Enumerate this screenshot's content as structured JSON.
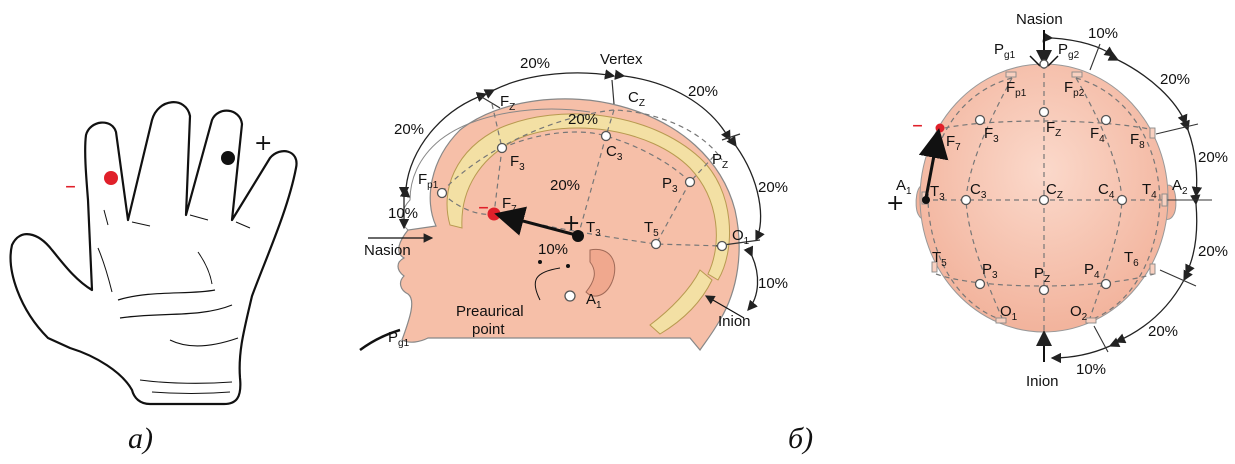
{
  "hand": {
    "minus": "–",
    "plus": "+",
    "caption_letter": "а",
    "caption_paren": ")",
    "colors": {
      "negative": "#e0202a",
      "positive": "#111111"
    }
  },
  "side_view": {
    "vertex": "Vertex",
    "nasion": "Nasion",
    "inion": "Inion",
    "preauricular_1": "Preaurical",
    "preauricular_2": "point",
    "percents": {
      "p_top_left": "20%",
      "p_top_right": "20%",
      "p_left_upper": "20%",
      "p_left_lower": "10%",
      "p_right_mid": "20%",
      "p_right_low": "10%",
      "p_inner_top": "20%",
      "p_inner_mid": "20%",
      "p_ear": "10%"
    },
    "electrodes": {
      "fz": {
        "main": "F",
        "sub": "Z"
      },
      "cz": {
        "main": "C",
        "sub": "Z"
      },
      "pz": {
        "main": "P",
        "sub": "Z"
      },
      "fp1": {
        "main": "F",
        "sub": "p1"
      },
      "f3": {
        "main": "F",
        "sub": "3"
      },
      "c3": {
        "main": "C",
        "sub": "3"
      },
      "p3": {
        "main": "P",
        "sub": "3"
      },
      "f7": {
        "main": "F",
        "sub": "7"
      },
      "t3": {
        "main": "T",
        "sub": "3"
      },
      "t5": {
        "main": "T",
        "sub": "5"
      },
      "o1": {
        "main": "O",
        "sub": "1"
      },
      "a1": {
        "main": "A",
        "sub": "1"
      },
      "pg1": {
        "main": "P",
        "sub": "g1"
      }
    },
    "minus": "–",
    "plus": "+"
  },
  "top_view": {
    "nasion": "Nasion",
    "inion": "Inion",
    "percents": {
      "p_top": "10%",
      "p_right_1": "20%",
      "p_right_2": "20%",
      "p_right_3": "20%",
      "p_right_4": "20%",
      "p_bottom": "10%"
    },
    "electrodes": {
      "pg1": {
        "main": "P",
        "sub": "g1"
      },
      "pg2": {
        "main": "P",
        "sub": "g2"
      },
      "fp1": {
        "main": "F",
        "sub": "p1"
      },
      "fp2": {
        "main": "F",
        "sub": "p2"
      },
      "f7": {
        "main": "F",
        "sub": "7"
      },
      "f3": {
        "main": "F",
        "sub": "3"
      },
      "fz": {
        "main": "F",
        "sub": "Z"
      },
      "f4": {
        "main": "F",
        "sub": "4"
      },
      "f8": {
        "main": "F",
        "sub": "8"
      },
      "a1": {
        "main": "A",
        "sub": "1"
      },
      "t3": {
        "main": "T",
        "sub": "3"
      },
      "c3": {
        "main": "C",
        "sub": "3"
      },
      "cz": {
        "main": "C",
        "sub": "Z"
      },
      "c4": {
        "main": "C",
        "sub": "4"
      },
      "t4": {
        "main": "T",
        "sub": "4"
      },
      "a2": {
        "main": "A",
        "sub": "2"
      },
      "t5": {
        "main": "T",
        "sub": "5"
      },
      "p3": {
        "main": "P",
        "sub": "3"
      },
      "pz": {
        "main": "P",
        "sub": "Z"
      },
      "p4": {
        "main": "P",
        "sub": "4"
      },
      "t6": {
        "main": "T",
        "sub": "6"
      },
      "o1": {
        "main": "O",
        "sub": "1"
      },
      "o2": {
        "main": "O",
        "sub": "2"
      }
    },
    "minus": "–",
    "plus": "+",
    "caption_letter": "б",
    "caption_paren": ")"
  }
}
